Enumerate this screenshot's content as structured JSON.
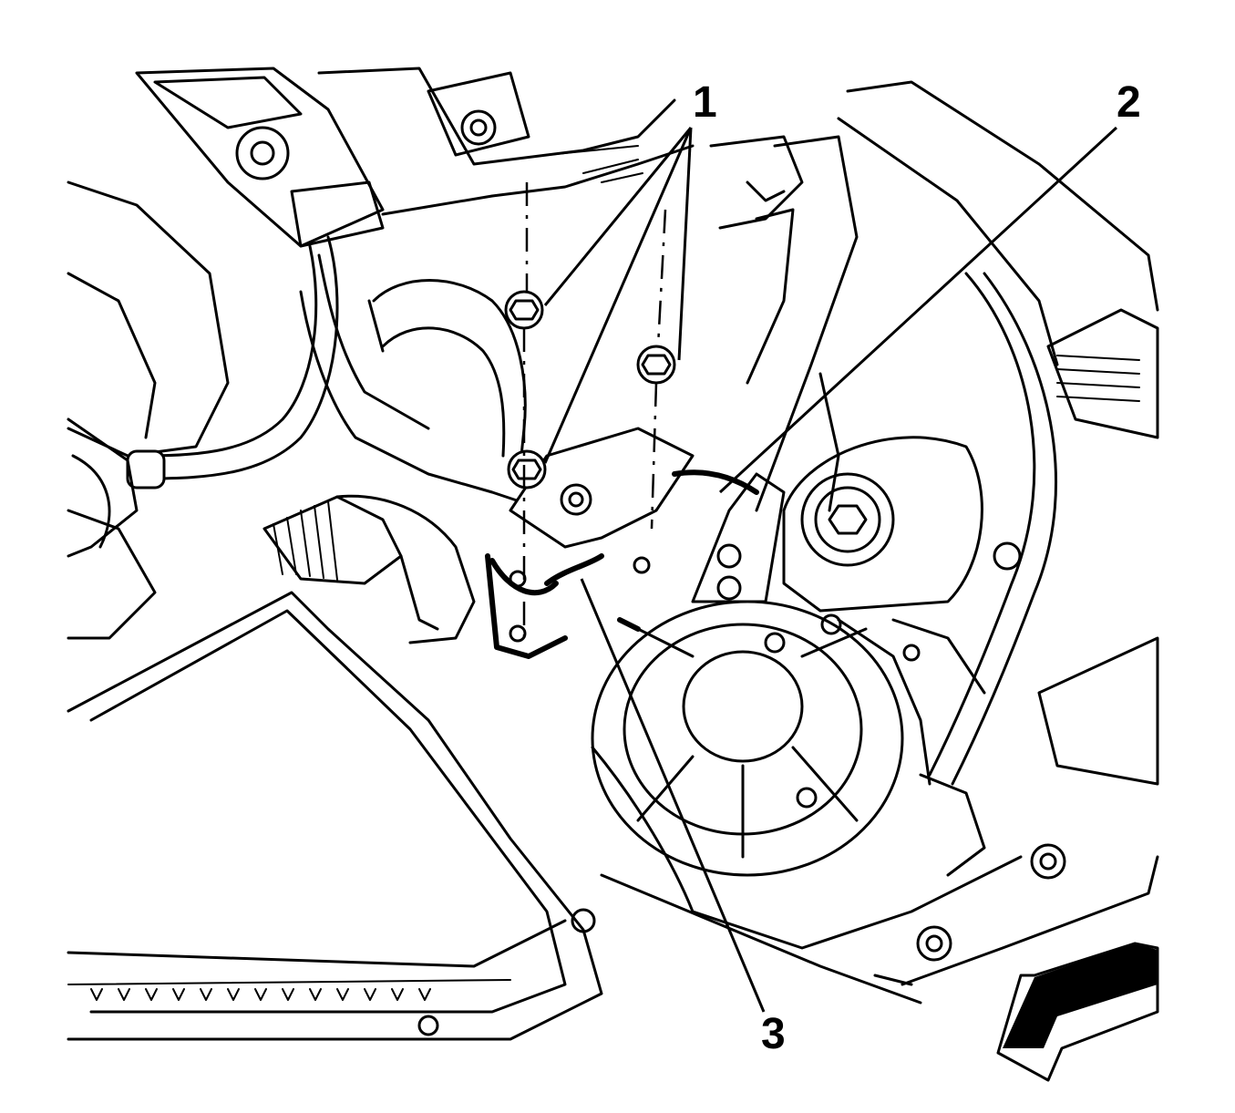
{
  "diagram": {
    "callouts": [
      {
        "id": "1",
        "label": "1"
      },
      {
        "id": "2",
        "label": "2"
      },
      {
        "id": "3",
        "label": "3"
      }
    ],
    "icons": {
      "direction_arrow": "front-direction-arrow-icon"
    }
  }
}
